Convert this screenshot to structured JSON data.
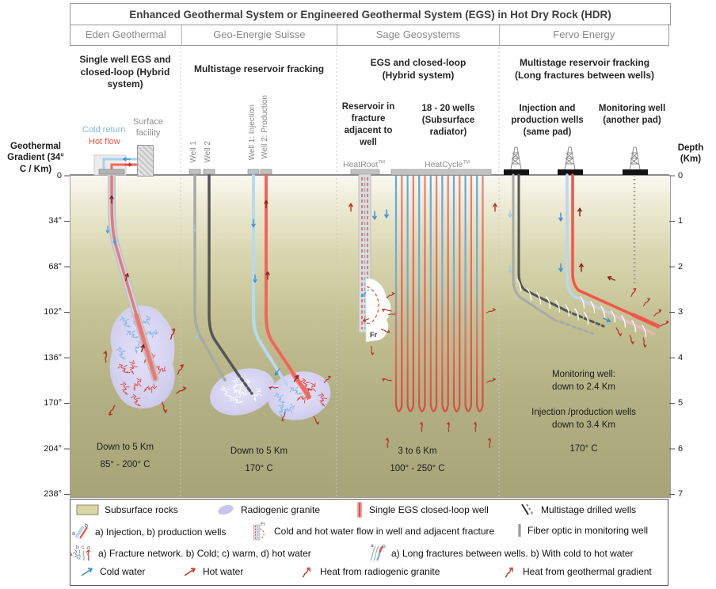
{
  "title": "Enhanced Geothermal System or Engineered Geothermal System (EGS) in Hot Dry Rock (HDR)",
  "companies": [
    {
      "name": "Eden Geothermal",
      "method": "Single well EGS and closed-loop (Hybrid system)"
    },
    {
      "name": "Geo-Energie Suisse",
      "method": "Multistage reservoir fracking"
    },
    {
      "name": "Sage Geosystems",
      "method": "EGS and closed-loop (Hybrid system)"
    },
    {
      "name": "Fervo Energy",
      "method": "Multistage reservoir fracking (Long fractures between wells)"
    }
  ],
  "left_axis": {
    "label": "Geothermal Gradient (34° C / Km)",
    "ticks": [
      "0",
      "34°",
      "68°",
      "102°",
      "136°",
      "170°",
      "204°",
      "238°"
    ]
  },
  "right_axis": {
    "label": "Depth (Km)",
    "ticks": [
      "0",
      "1",
      "2",
      "3",
      "4",
      "5",
      "6",
      "7"
    ]
  },
  "eden": {
    "cold_return": "Cold return",
    "hot_flow": "Hot flow",
    "surface_facility": "Surface facility",
    "depth_note": "Down to 5 Km",
    "temp_note": "85° - 200° C"
  },
  "suisse": {
    "well1": "Well 1",
    "well2": "Well 2",
    "well1_injection": "Well 1: Injection",
    "well2_production": "Well 2: Production",
    "depth_note": "Down to 5 Km",
    "temp_note": "170° C"
  },
  "sage": {
    "left_heading": "Reservoir in fracture adjacent to well",
    "right_heading": "18 - 20 wells (Subsurface radiator)",
    "heatroot": "HeatRoot",
    "heatcycle": "HeatCycle",
    "trademark": "TM",
    "fracture_label": "Fr",
    "depth_note": "3 to 6 Km",
    "temp_note": "100° - 250° C"
  },
  "fervo": {
    "left_heading": "Injection and production wells (same pad)",
    "right_heading": "Monitoring well (another pad)",
    "monitoring_note_line1": "Monitoring well:",
    "monitoring_note_line2": "down to 2.4 Km",
    "wells_note_line1": "Injection /production wells",
    "wells_note_line2": "down to 3.4 Km",
    "temp_note": "170° C"
  },
  "legend": {
    "micro": {
      "a": "a",
      "b": "b",
      "c": "c",
      "d": "d",
      "fr": "Fr"
    },
    "items": [
      {
        "icon": "subsurface-rocks-swatch",
        "label": "Subsurface rocks"
      },
      {
        "icon": "radiogenic-granite-swatch",
        "label": "Radiogenic granite"
      },
      {
        "icon": "single-egs-well-icon",
        "label": "Single EGS closed-loop well"
      },
      {
        "icon": "multistage-wells-icon",
        "label": "Multistage drilled wells"
      },
      {
        "icon": "injection-production-icon",
        "label": "a) Injection, b) production wells"
      },
      {
        "icon": "well-fracture-flow-icon",
        "label": "Cold and hot water flow in well and adjacent fracture"
      },
      {
        "icon": "fiber-optic-icon",
        "label": "Fiber optic in monitoring well"
      },
      {
        "icon": "fracture-network-icon",
        "label": "a) Fracture network. b) Cold; c) warm, d) hot water"
      },
      {
        "icon": "long-fractures-icon",
        "label": "a) Long fractures between wells. b) With cold to hot water"
      },
      {
        "icon": "cold-water-arrow",
        "label": "Cold water"
      },
      {
        "icon": "hot-water-arrow",
        "label": "Hot water"
      },
      {
        "icon": "heat-radiogenic-arrow",
        "label": "Heat from radiogenic granite"
      },
      {
        "icon": "heat-gradient-arrow",
        "label": "Heat from geothermal gradient"
      }
    ]
  },
  "colors": {
    "cold_blue": "#5da9e8",
    "hot_red": "#e8483f",
    "granite_lavender": "#d7d5f1",
    "rock_top": "#faf9f1",
    "rock_bottom": "#a7a578",
    "well_gray_light": "#a9a9a9",
    "well_gray_dark": "#585858",
    "injection_blue": "#b7d9f2",
    "production_red": "#f25549"
  }
}
